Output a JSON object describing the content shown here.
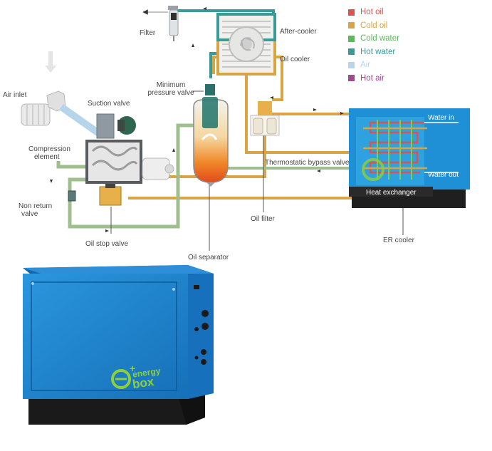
{
  "legend": {
    "items": [
      {
        "label": "Hot oil",
        "color": "#d9534f"
      },
      {
        "label": "Cold oil",
        "color": "#d8a444"
      },
      {
        "label": "Cold water",
        "color": "#5cb85c"
      },
      {
        "label": "Hot water",
        "color": "#3a9a9a"
      },
      {
        "label": "Air",
        "color": "#b6d4ea"
      },
      {
        "label": "Hot air",
        "color": "#a04890"
      }
    ]
  },
  "components": {
    "filter": "Filter",
    "after_cooler": "After-cooler",
    "oil_cooler": "Oil cooler",
    "min_pressure_valve": [
      "Minimum",
      "pressure valve"
    ],
    "air_inlet": "Air inlet",
    "suction_valve": "Suction valve",
    "compression_element": [
      "Compression",
      "element"
    ],
    "non_return_valve": [
      "Non return",
      "valve"
    ],
    "oil_stop_valve": "Oil stop valve",
    "oil_separator": "Oil separator",
    "oil_filter": "Oil filter",
    "thermostatic_bypass_valve": "Thermostatic bypass valve",
    "water_in": "Water in",
    "water_out": "Water out",
    "heat_exchanger": "Heat exchanger",
    "er_cooler": "ER cooler"
  },
  "brand": {
    "energy": "energy",
    "box": "box"
  },
  "colors": {
    "cold_oil": "#d8a444",
    "hot_water": "#3a9a9a",
    "cold_water_pipe": "#9fbf8f",
    "air": "#b6d4ea",
    "cabinet_blue": "#1e88d2",
    "logo_green": "#8ed03a"
  }
}
